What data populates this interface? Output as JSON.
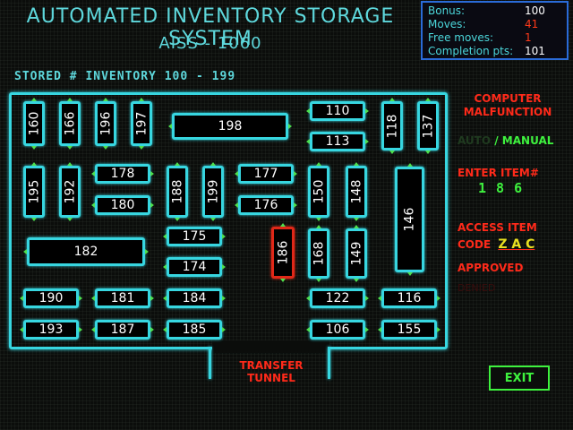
{
  "header": {
    "title": "AUTOMATED INVENTORY  STORAGE SYSTEM",
    "subtitle": "AISS - 1060",
    "stored_label": "STORED # INVENTORY  100 - 199"
  },
  "stats": {
    "bonus_label": "Bonus:",
    "bonus": "100",
    "moves_label": "Moves:",
    "moves": "41",
    "free_label": "Free moves:",
    "free": "1",
    "completion_label": "Completion pts:",
    "completion": "101"
  },
  "status": {
    "line1": "COMPUTER",
    "line2": "MALFUNCTION",
    "auto": "AUTO",
    "manual": "/ MANUAL",
    "enter_label": "ENTER ITEM#",
    "entered_item": "1 8 6",
    "access_line1": "ACCESS ITEM",
    "code_label": "CODE",
    "code": "Z A C",
    "approved": "APPROVED",
    "denied": "DENIED"
  },
  "tunnel": {
    "line1": "TRANSFER",
    "line2": "TUNNEL"
  },
  "exit_label": "EXIT",
  "colors": {
    "cyan": "#37d6e0",
    "red": "#ff2a1a",
    "green": "#3ef23e",
    "stats_border": "#2a6bd8"
  },
  "items": {
    "i160": "160",
    "i166": "166",
    "i196": "196",
    "i197": "197",
    "i198": "198",
    "i110": "110",
    "i113": "113",
    "i118": "118",
    "i137": "137",
    "i195": "195",
    "i192": "192",
    "i178": "178",
    "i180": "180",
    "i188": "188",
    "i199": "199",
    "i177": "177",
    "i176": "176",
    "i150": "150",
    "i148": "148",
    "i146": "146",
    "i182": "182",
    "i175": "175",
    "i174": "174",
    "i186": "186",
    "i168": "168",
    "i149": "149",
    "i190": "190",
    "i181": "181",
    "i184": "184",
    "i122": "122",
    "i116": "116",
    "i193": "193",
    "i187": "187",
    "i185": "185",
    "i106": "106",
    "i155": "155"
  }
}
